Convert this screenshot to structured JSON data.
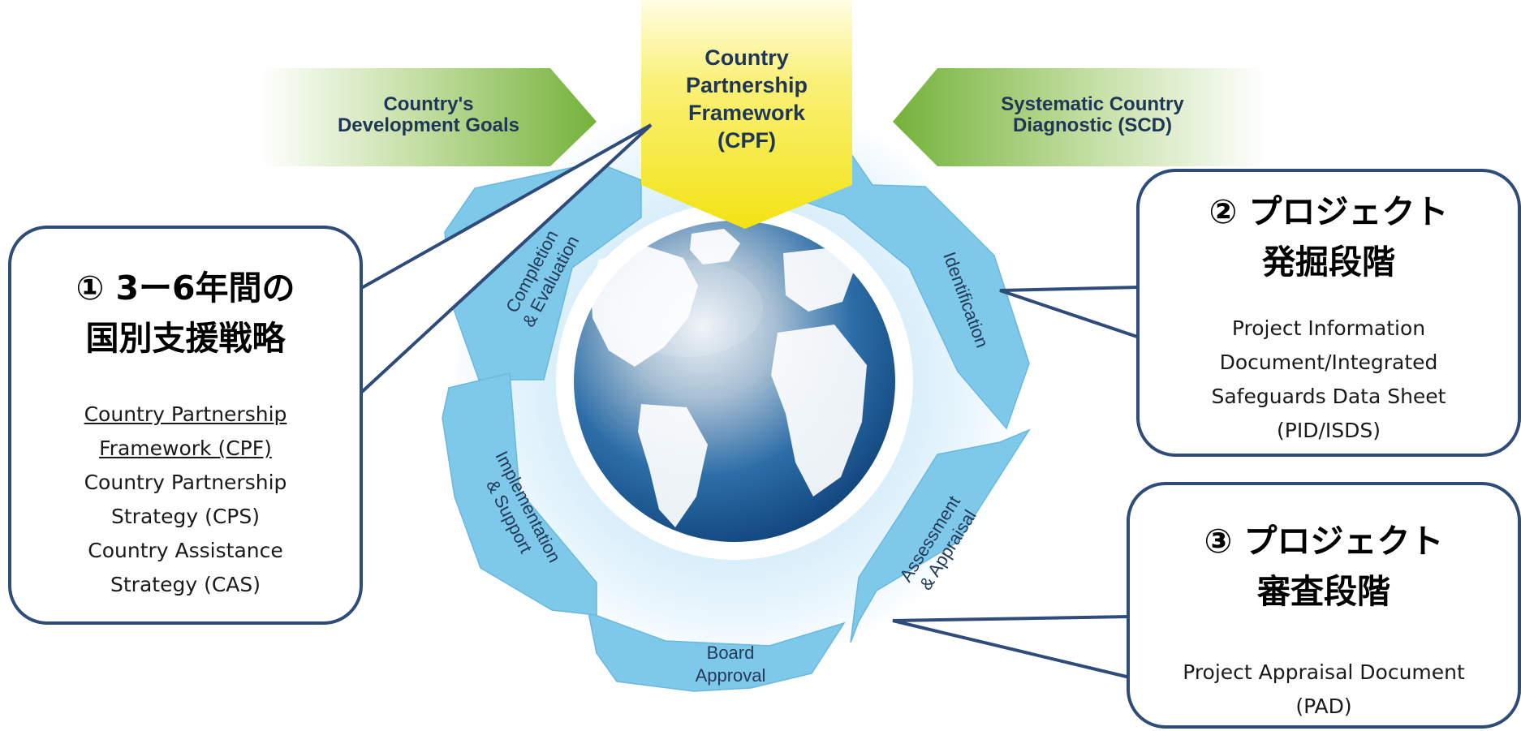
{
  "inputs": {
    "left": [
      "Country's",
      "Development Goals"
    ],
    "center": [
      "Country",
      "Partnership",
      "Framework",
      "(CPF)"
    ],
    "right": [
      "Systematic Country",
      "Diagnostic (SCD)"
    ]
  },
  "cycle": {
    "completion": [
      "Completion",
      "& Evaluation"
    ],
    "identification": "Identification",
    "assessment": [
      "Assessment",
      "& Appraisal"
    ],
    "board": [
      "Board",
      "Approval"
    ],
    "implementation": [
      "Implementation",
      "& Support"
    ]
  },
  "callouts": {
    "c1": {
      "title": [
        "① 3ー6年間の",
        "国別支援戦略"
      ],
      "body": [
        "Country Partnership",
        "Framework (CPF)",
        "Country Partnership",
        "Strategy (CPS)",
        "Country Assistance",
        "Strategy (CAS)"
      ]
    },
    "c2": {
      "title": [
        "② プロジェクト",
        "発掘段階"
      ],
      "body": [
        "Project Information",
        "Document/Integrated",
        "Safeguards Data Sheet",
        "(PID/ISDS)"
      ]
    },
    "c3": {
      "title": [
        "③ プロジェクト",
        "審査段階"
      ],
      "body": [
        "Project Appraisal Document",
        "(PAD)"
      ]
    }
  },
  "colors": {
    "cycle_blue": "#7ec8ea",
    "green_arrow": "#7fb83f",
    "yellow_arrow": "#f4ea1e",
    "callout_border": "#2e4b79"
  }
}
